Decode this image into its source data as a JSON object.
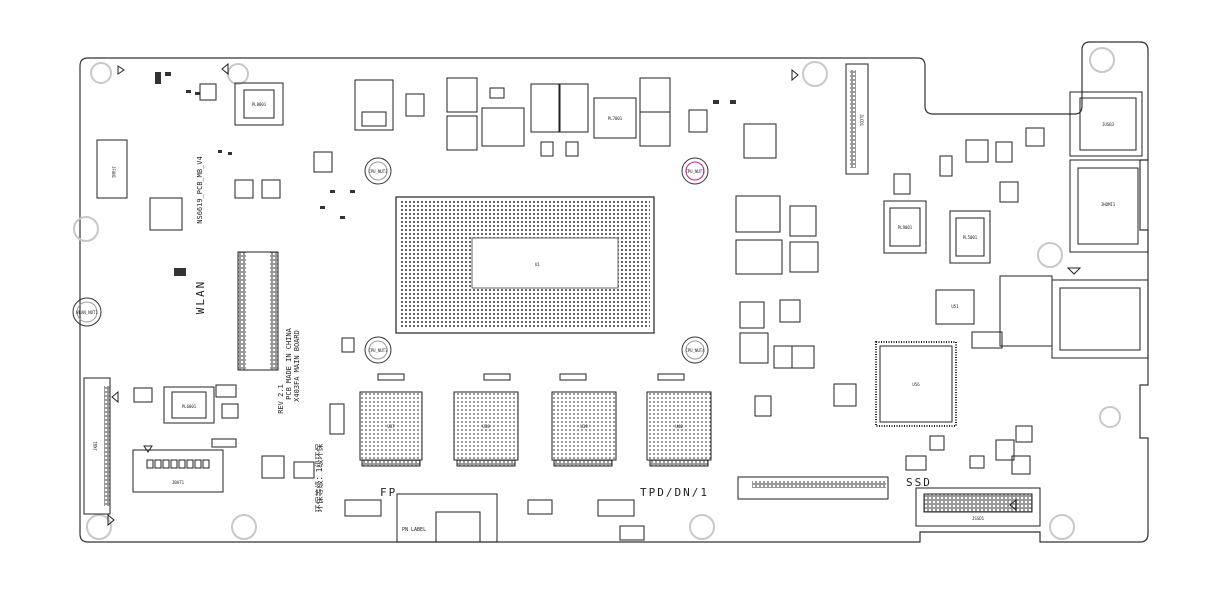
{
  "board": {
    "model": "NS6619_PCB_MB_V4",
    "wlan": "WLAN",
    "rev": "REV 2.1",
    "made_in": "PCB MADE IN CHINA",
    "main_board": "X403FA MAIN BOARD",
    "fp": "FP",
    "tpd": "TPD/DN/1",
    "ssd": "SSD",
    "env": "环保等级：1级环保",
    "cn_rating": "环保等级：",
    "pn_label": "PN LABEL"
  },
  "holes": {
    "cpu_nut1": "CPU_NUT2",
    "cpu_nut2": "CPU_NUT1",
    "cpu_nut3": "CPU_NUT3",
    "cpu_nut4": "CPU_NUT4",
    "wlan_nut": "WLAN_NUT1"
  },
  "components": {
    "cpu": "U1",
    "ec": "U56",
    "fan_conn": "JFAN1",
    "bat_conn": "JBAT1",
    "usb3": "JUSB3",
    "hdmi": "JHDMI1",
    "ssd_conn": "JSSD1",
    "kb_conn": "JKB1",
    "lcd_conn": "JLCD1",
    "ram1": "U37",
    "ram2": "U38",
    "ram3": "U39",
    "ram4": "U40",
    "lan_chip": "U51",
    "choke1": "PL8001",
    "choke2": "PL7001",
    "choke3": "PL6001",
    "choke4": "PL9001",
    "choke5": "PL5001"
  },
  "colors": {
    "ink": "#222222",
    "hole_ring": "#e0e0e0",
    "pink_hole": "#d21a8c"
  }
}
